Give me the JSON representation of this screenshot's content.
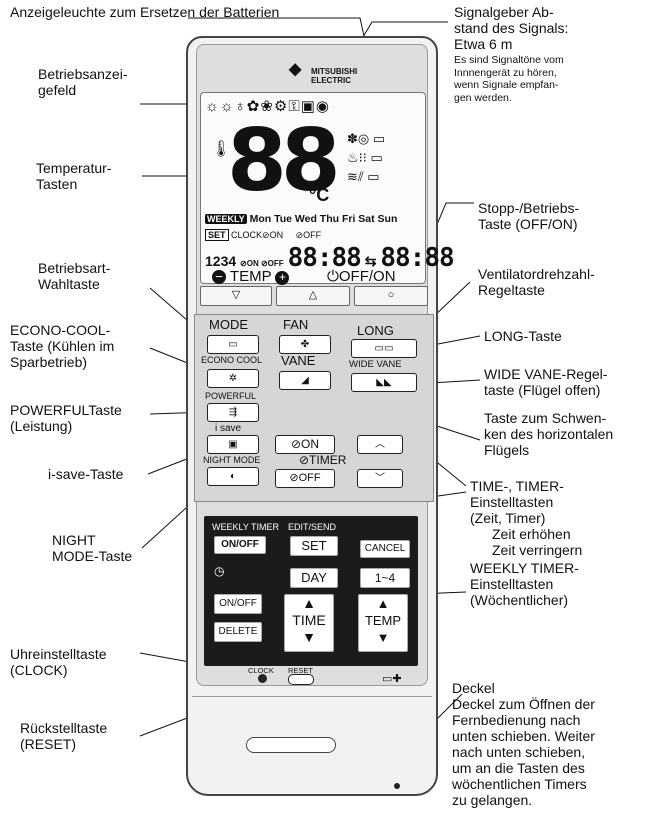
{
  "labels": {
    "battery_indicator": "Anzeigeleuchte zum Ersetzen der Batterien",
    "signal_transmitter": "Signalgeber Ab-\nstand des Signals:\nEtwa 6 m",
    "signal_note": "Es sind Signaltöne vom\nInnnengerät zu hören,\nwenn Signale empfan-\ngen werden.",
    "display": "Betriebsanzei-\ngefeld",
    "temperature_buttons": "Temperatur-\nTasten",
    "stop_operate": "Stopp-/Betriebs-\nTaste (OFF/ON)",
    "mode_select": "Betriebsart-\nWahltaste",
    "fan_speed": "Ventilatordrehzahl-\nRegeltaste",
    "econo_cool": "ECONO-COOL-\nTaste (Kühlen im\nSparbetrieb)",
    "long_button": "LONG-Taste",
    "wide_vane": "WIDE VANE-Regel-\ntaste (Flügel offen)",
    "powerful": "POWERFULTaste\n(Leistung)",
    "vane_swing": "Taste zum Schwen-\nken des horizontalen\nFlügels",
    "isave": "i-save-Taste",
    "timer_set": "TIME-, TIMER-\nEinstelltasten\n(Zeit, Timer)",
    "time_up": "Zeit erhöhen",
    "time_down": "Zeit verringern",
    "night_mode": "NIGHT\nMODE-Taste",
    "weekly_timer": "WEEKLY TIMER-\nEinstelltasten\n(Wöchentlicher)",
    "clock_button": "Uhreinstelltaste\n(CLOCK)",
    "cover_title": "Deckel",
    "cover_text": "Deckel zum Öffnen der\nFernbedienung nach\nunten schieben. Weiter\nnach unten schieben,\num an die Tasten des\nwöchentlichen Timers\nzu gelangen.",
    "reset_button": "Rückstelltaste\n(RESET)"
  },
  "remote": {
    "brand_line1": "MITSUBISHI",
    "brand_line2": "ELECTRIC",
    "lcd_digits": "88",
    "lcd_unit": "°C",
    "lcd_weekly": "WEEKLY",
    "lcd_days": "Mon Tue Wed Thu Fri Sat Sun",
    "lcd_set": "SET",
    "lcd_clock_on": "CLOCK⊘ON",
    "lcd_off": "⊘OFF",
    "lcd_1234": "1234",
    "lcd_on_off": "⊘ON ⊘OFF",
    "lcd_time1": "88:88",
    "lcd_time2": "88:88",
    "temp_label": "TEMP",
    "offon_label": "OFF/ON",
    "mode": "MODE",
    "econo_cool": "ECONO COOL",
    "powerful": "POWERFUL",
    "isave": "i save",
    "night_mode": "NIGHT MODE",
    "fan": "FAN",
    "vane": "VANE",
    "long": "LONG",
    "wide_vane": "WIDE VANE",
    "on": "⊘ON",
    "timer": "⊘TIMER",
    "off": "⊘OFF",
    "weekly_timer": "WEEKLY TIMER",
    "weekly_onoff": "ON/OFF",
    "edit_send": "EDIT/SEND",
    "set": "SET",
    "cancel": "CANCEL",
    "day": "DAY",
    "one_to_four": "1~4",
    "on_off": "ON/OFF",
    "delete": "DELETE",
    "time": "TIME",
    "temp": "TEMP",
    "clock": "CLOCK",
    "reset": "RESET"
  }
}
